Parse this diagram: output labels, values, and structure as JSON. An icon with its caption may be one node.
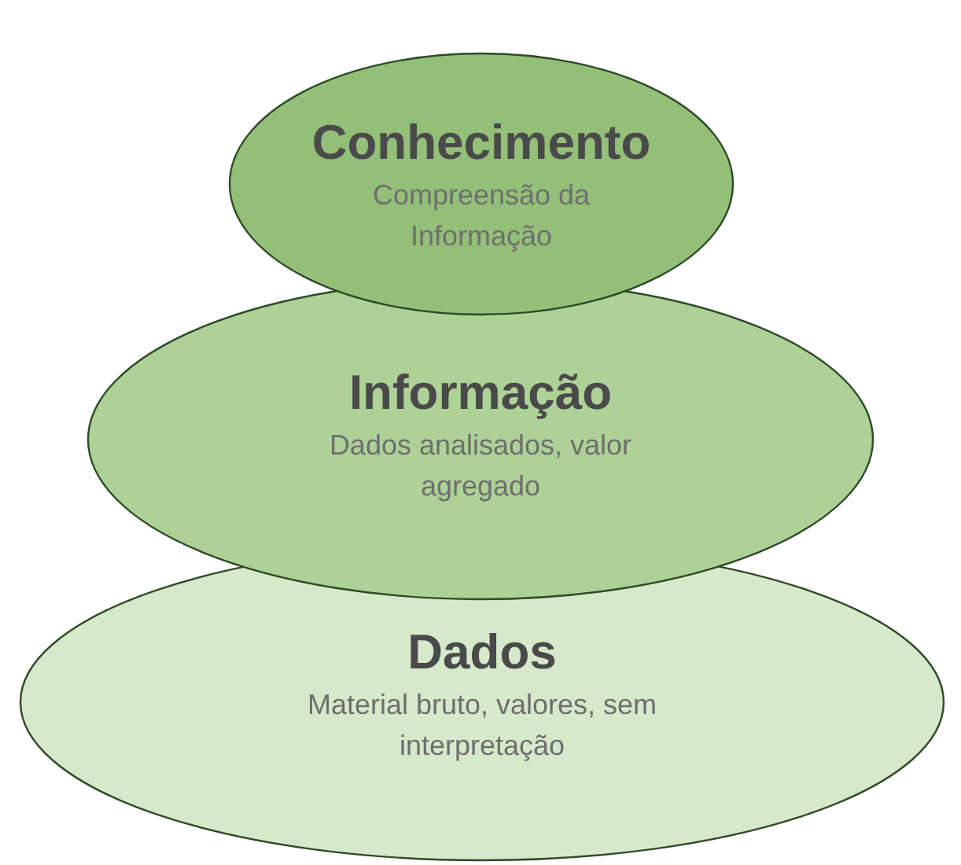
{
  "diagram": {
    "nodes": [
      {
        "text": [
          "Conhecimento",
          "Compreensão da Informação"
        ]
      },
      {
        "text": [
          "Informação",
          "Dados analisados, valor agregado"
        ]
      },
      {
        "text": [
          "Dados",
          "Material bruto, valores, sem interpretação"
        ]
      }
    ]
  }
}
